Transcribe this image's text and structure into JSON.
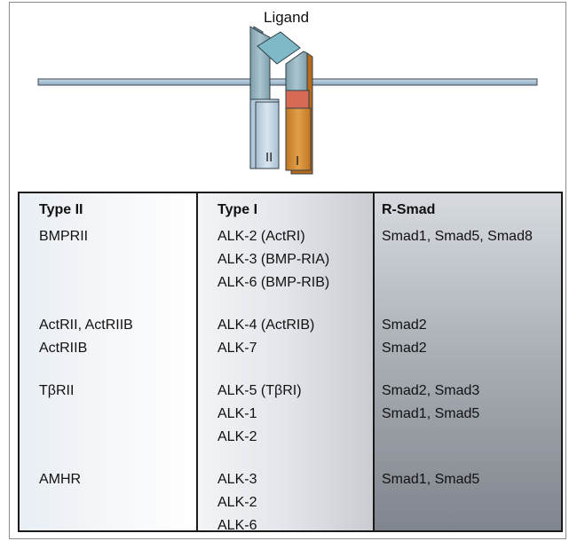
{
  "diagram": {
    "ligand_label": "Ligand",
    "receptor_type2_label": "II",
    "receptor_type1_label": "I",
    "colors": {
      "membrane": "#a9c3d6",
      "receptor2": "#9ab9c4",
      "receptor1_top": "#8fb1bd",
      "receptor1_body": "#d38a2e",
      "receptor1_band": "#d86a55",
      "ligand": "#7fb8c6"
    }
  },
  "table": {
    "headers": {
      "type2": "Type II",
      "type1": "Type I",
      "rsmad": "R-Smad"
    },
    "groups": [
      {
        "type2": [
          "BMPRII"
        ],
        "type1": [
          "ALK-2 (ActRI)",
          "ALK-3 (BMP-RIA)",
          "ALK-6 (BMP-RIB)"
        ],
        "rsmad": [
          "Smad1, Smad5, Smad8"
        ]
      },
      {
        "type2": [
          "ActRII, ActRIIB",
          "ActRIIB"
        ],
        "type1": [
          "ALK-4 (ActRIB)",
          "ALK-7"
        ],
        "rsmad": [
          "Smad2",
          "Smad2"
        ]
      },
      {
        "type2": [
          "TβRII"
        ],
        "type1": [
          "ALK-5 (TβRI)",
          "ALK-1",
          "ALK-2"
        ],
        "rsmad": [
          "Smad2, Smad3",
          "Smad1, Smad5"
        ]
      },
      {
        "type2": [
          "AMHR"
        ],
        "type1": [
          "ALK-3",
          "ALK-2",
          "ALK-6"
        ],
        "rsmad": [
          "Smad1, Smad5"
        ]
      }
    ]
  }
}
